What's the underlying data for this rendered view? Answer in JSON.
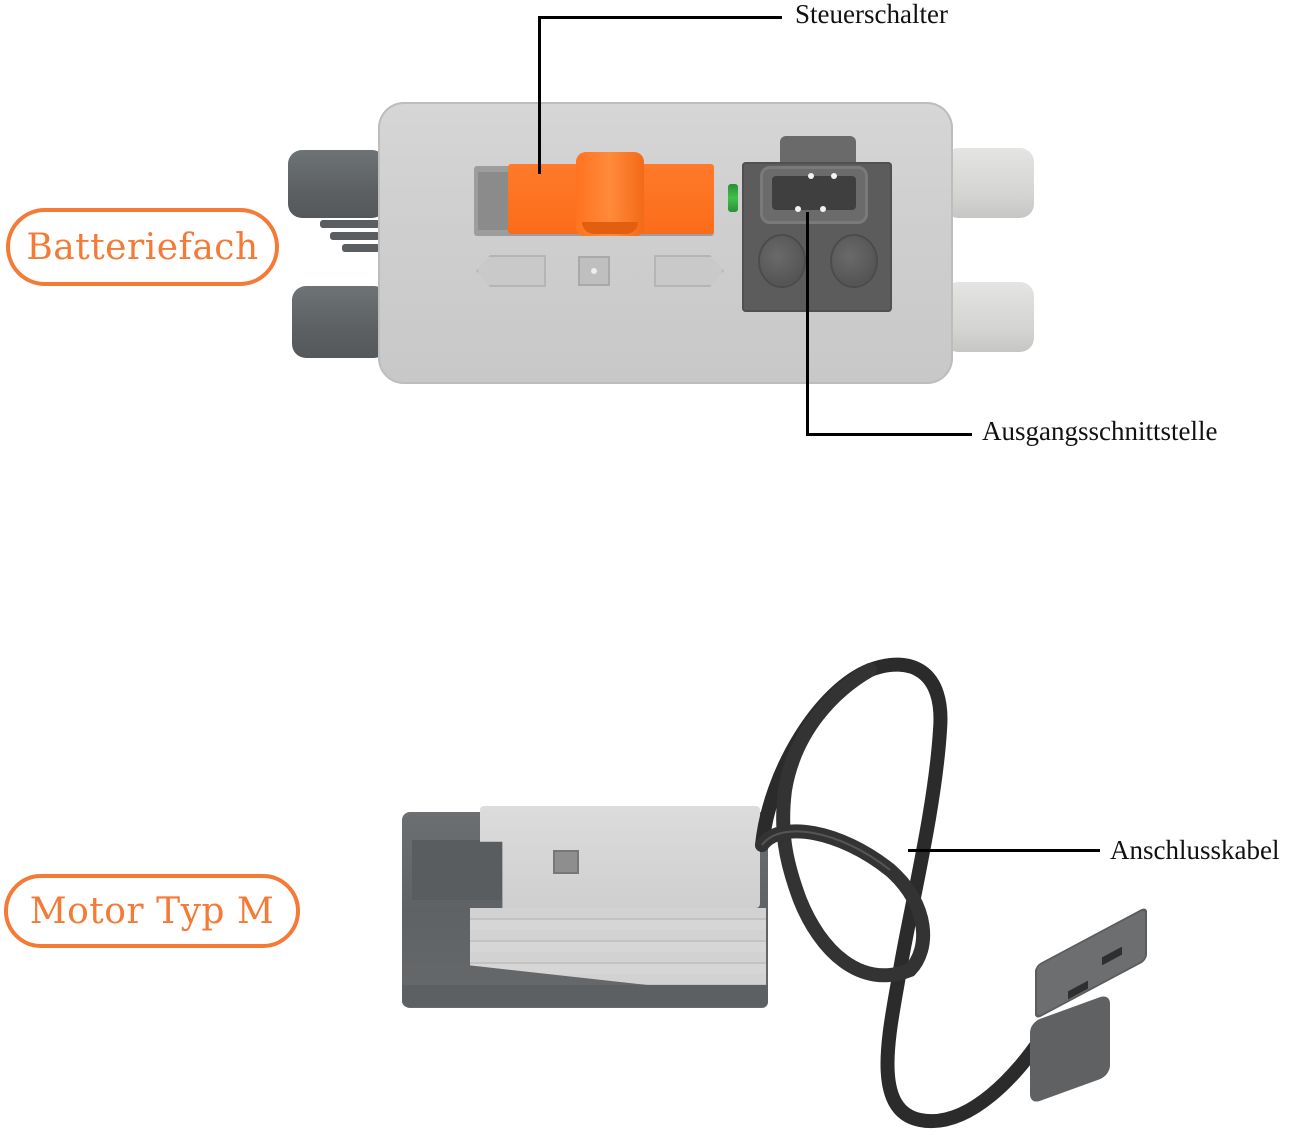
{
  "sections": {
    "battery_box": {
      "title": "Batteriefach",
      "callouts": [
        {
          "id": "switch",
          "label": "Steuerschalter"
        },
        {
          "id": "output",
          "label": "Ausgangsschnittstelle"
        }
      ],
      "colors": {
        "body": "#d0d0d0",
        "switch": "#fb6c1a",
        "led": "#43c04c",
        "port": "#5c5c5c"
      }
    },
    "motor": {
      "title": "Motor Typ M",
      "callouts": [
        {
          "id": "cable",
          "label": "Anschlusskabel"
        }
      ],
      "colors": {
        "body_dark": "#606365",
        "body_light": "#d2d2d2",
        "cable": "#2b2b2b"
      }
    }
  },
  "theme": {
    "accent": "#f47a36",
    "text": "#111111",
    "background": "#ffffff"
  }
}
